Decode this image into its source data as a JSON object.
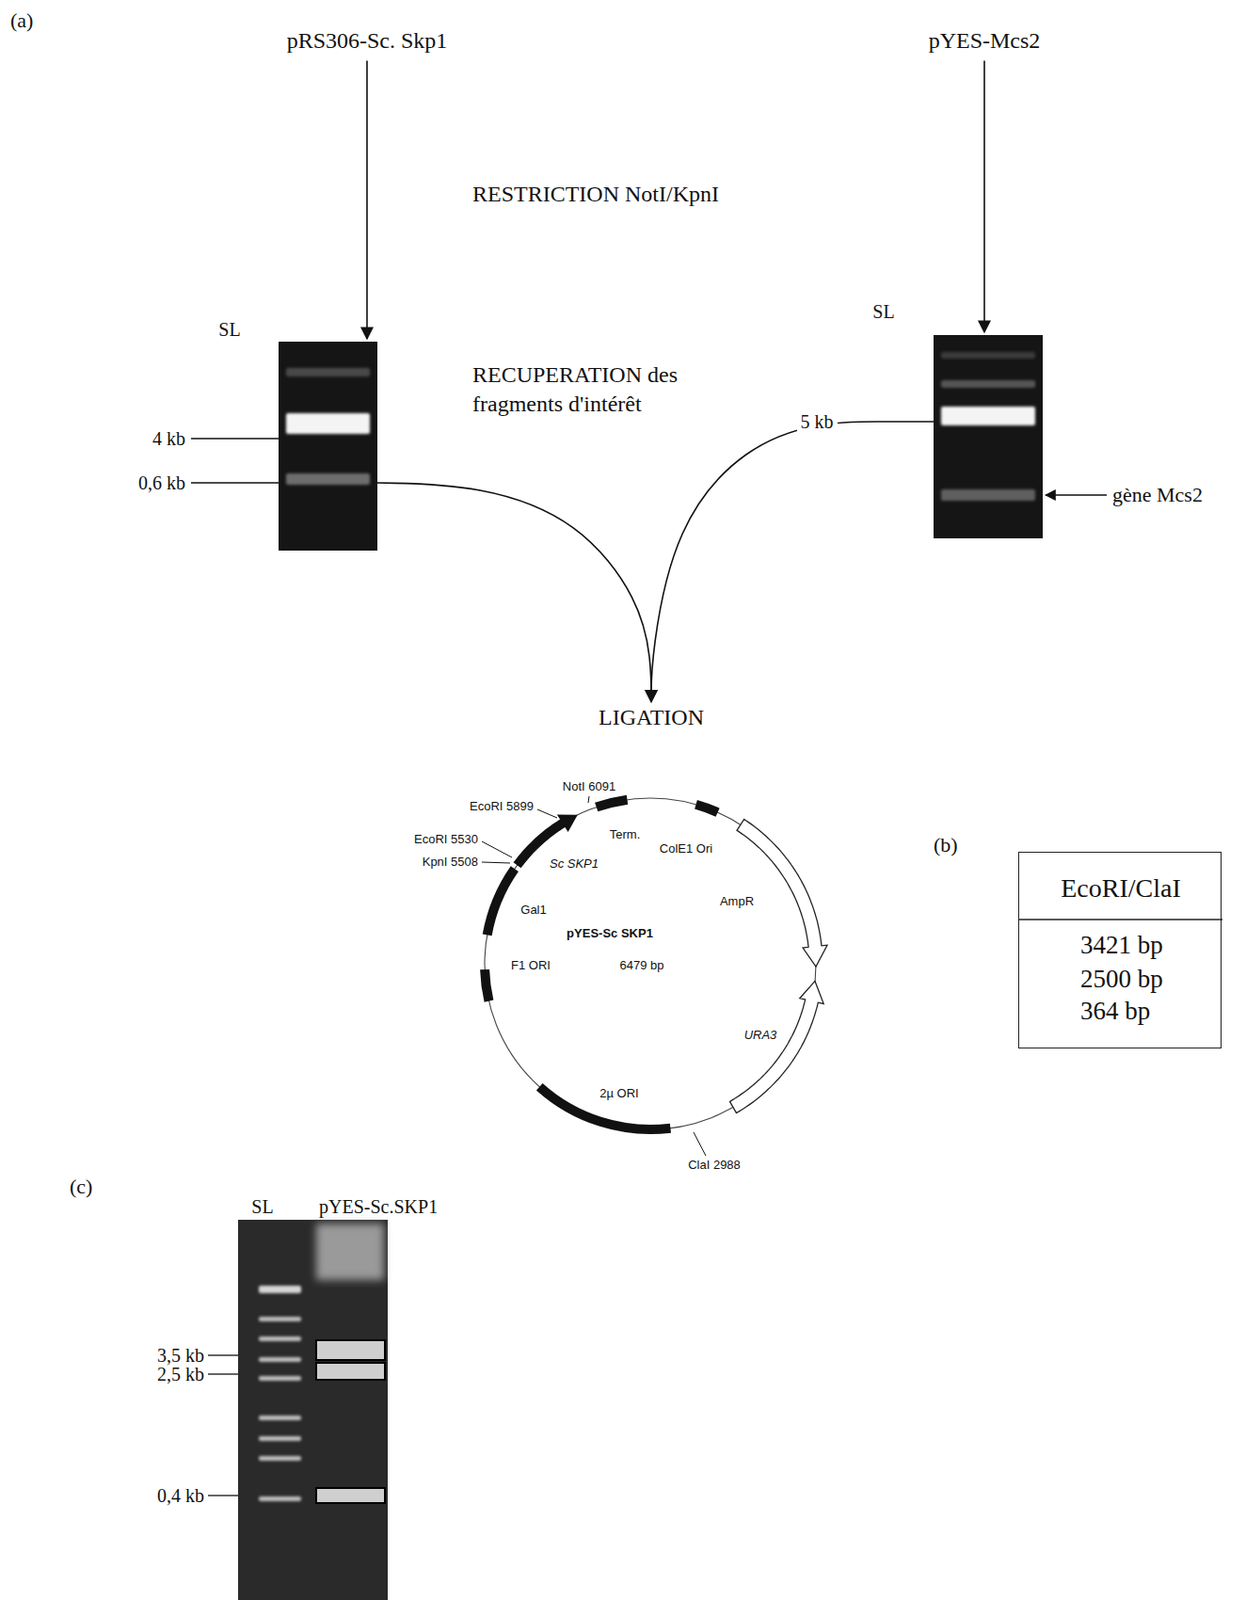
{
  "diagram": {
    "nodes": [
      {
        "text": [
          "pRS306-Sc. Skp1"
        ]
      },
      {
        "text": [
          "pYES-Mcs2"
        ]
      },
      {
        "text": [
          "SL"
        ]
      },
      {
        "text": [
          "SL"
        ]
      },
      {
        "text": [
          "LIGATION"
        ]
      },
      {
        "text": [
          "pYES-Sc SKP1",
          "6479 bp"
        ]
      },
      {
        "text": [
          "EcoRI/ClaI",
          "3421 bp",
          "2500 bp",
          "364 bp"
        ]
      },
      {
        "text": [
          "SL",
          "pYES-Sc.SKP1"
        ]
      }
    ],
    "edges": [
      {
        "from": 0,
        "to": 2,
        "arrow": "to"
      },
      {
        "from": 1,
        "to": 3,
        "arrow": "to"
      },
      {
        "from": 2,
        "to": 4,
        "arrow": "to"
      },
      {
        "from": 3,
        "to": 4,
        "arrow": "to"
      }
    ],
    "labels": [
      "(a)",
      "RESTRICTION NotI/KpnI",
      "RECUPERATION des fragments d'intérêt",
      "4 kb",
      "5 kb",
      "0,6 kb",
      "gène Mcs2",
      "NotI 6091",
      "EcoRI 5899",
      "EcoRI 5530",
      "Term.",
      "ColE1 Ori",
      "Sc SKP1",
      "KpnI 5508",
      "(b)",
      "AmpR",
      "Gal1",
      "F1 ORI",
      "URA3",
      "2µ ORI",
      "ClaI 2988",
      "(c)",
      "3,5 kb",
      "2,5 kb",
      "0,4 kb"
    ]
  }
}
